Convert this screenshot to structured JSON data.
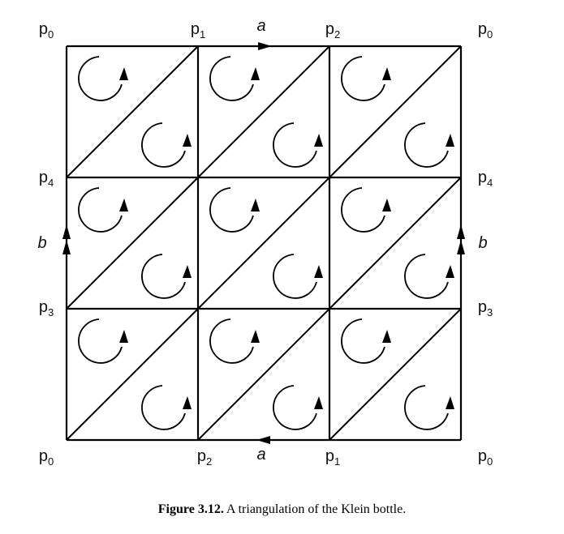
{
  "labels": {
    "top": [
      {
        "v": "p",
        "s": "0"
      },
      {
        "v": "p",
        "s": "1"
      },
      {
        "v": "a",
        "s": ""
      },
      {
        "v": "p",
        "s": "2"
      },
      {
        "v": "p",
        "s": "0"
      }
    ],
    "bottom": [
      {
        "v": "p",
        "s": "0"
      },
      {
        "v": "p",
        "s": "2"
      },
      {
        "v": "a",
        "s": ""
      },
      {
        "v": "p",
        "s": "1"
      },
      {
        "v": "p",
        "s": "0"
      }
    ],
    "left": [
      {
        "v": "p",
        "s": "4"
      },
      {
        "v": "b",
        "s": ""
      },
      {
        "v": "p",
        "s": "3"
      }
    ],
    "right": [
      {
        "v": "p",
        "s": "4"
      },
      {
        "v": "b",
        "s": ""
      },
      {
        "v": "p",
        "s": "3"
      }
    ]
  },
  "caption": {
    "figure": "Figure 3.12.",
    "text": " A triangulation of the Klein bottle."
  },
  "grid": {
    "rows": 3,
    "cols": 3
  }
}
